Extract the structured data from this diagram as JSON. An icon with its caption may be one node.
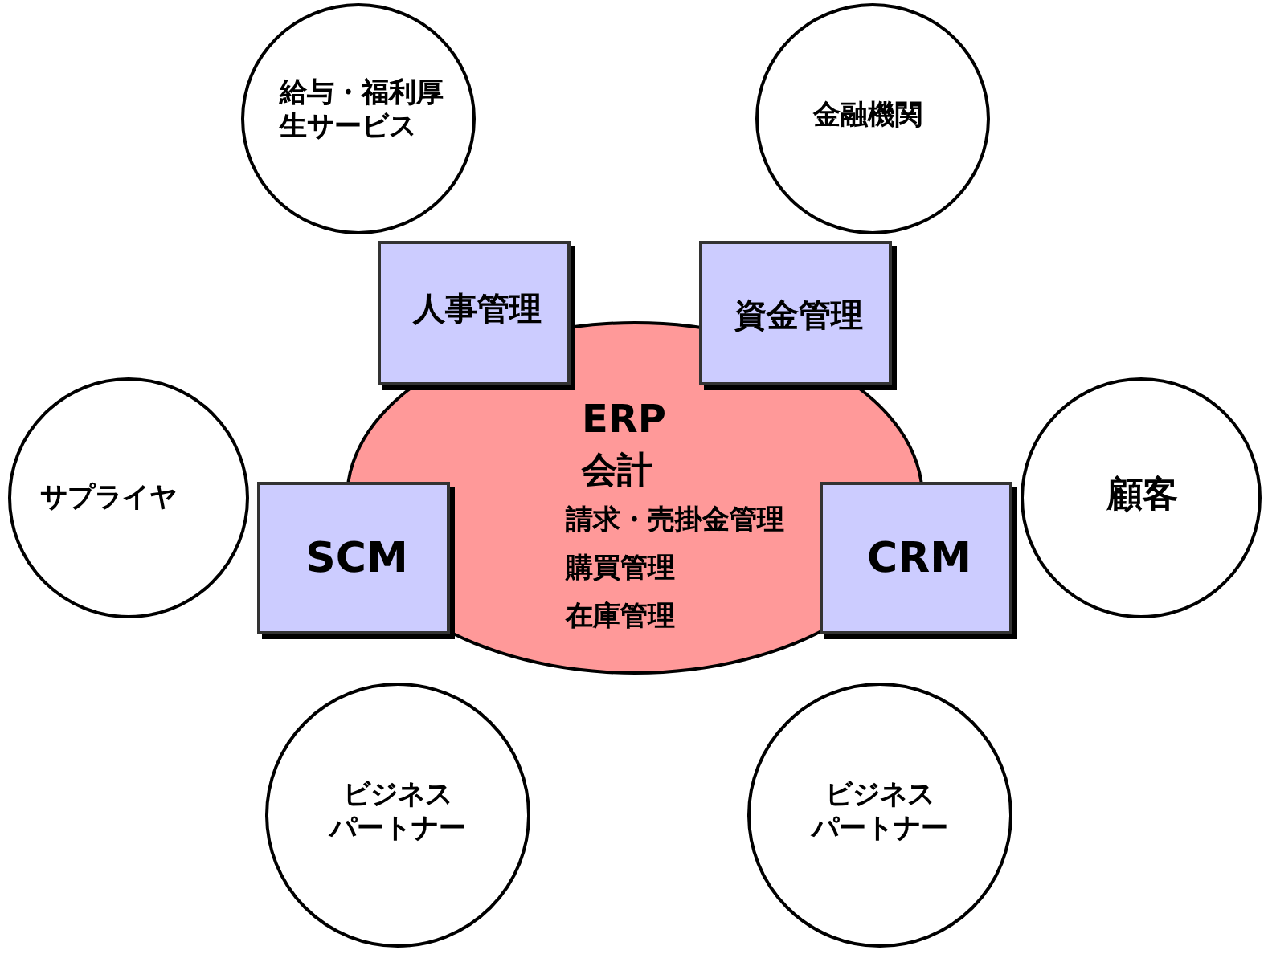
{
  "diagram": {
    "nodes": [
      {
        "text": [
          "給与・福利厚生サービス"
        ]
      },
      {
        "text": [
          "金融機関"
        ]
      },
      {
        "text": [
          "人事管理"
        ]
      },
      {
        "text": [
          "資金管理"
        ]
      },
      {
        "text": [
          "ERP",
          "会計",
          "請求・売掛金管理",
          "購買管理",
          "在庫管理"
        ]
      },
      {
        "text": [
          "サプライヤ"
        ]
      },
      {
        "text": [
          "SCM"
        ]
      },
      {
        "text": [
          "CRM"
        ]
      },
      {
        "text": [
          "顧客"
        ]
      },
      {
        "text": [
          "ビジネスパートナー"
        ]
      },
      {
        "text": [
          "ビジネスパートナー"
        ]
      }
    ]
  }
}
